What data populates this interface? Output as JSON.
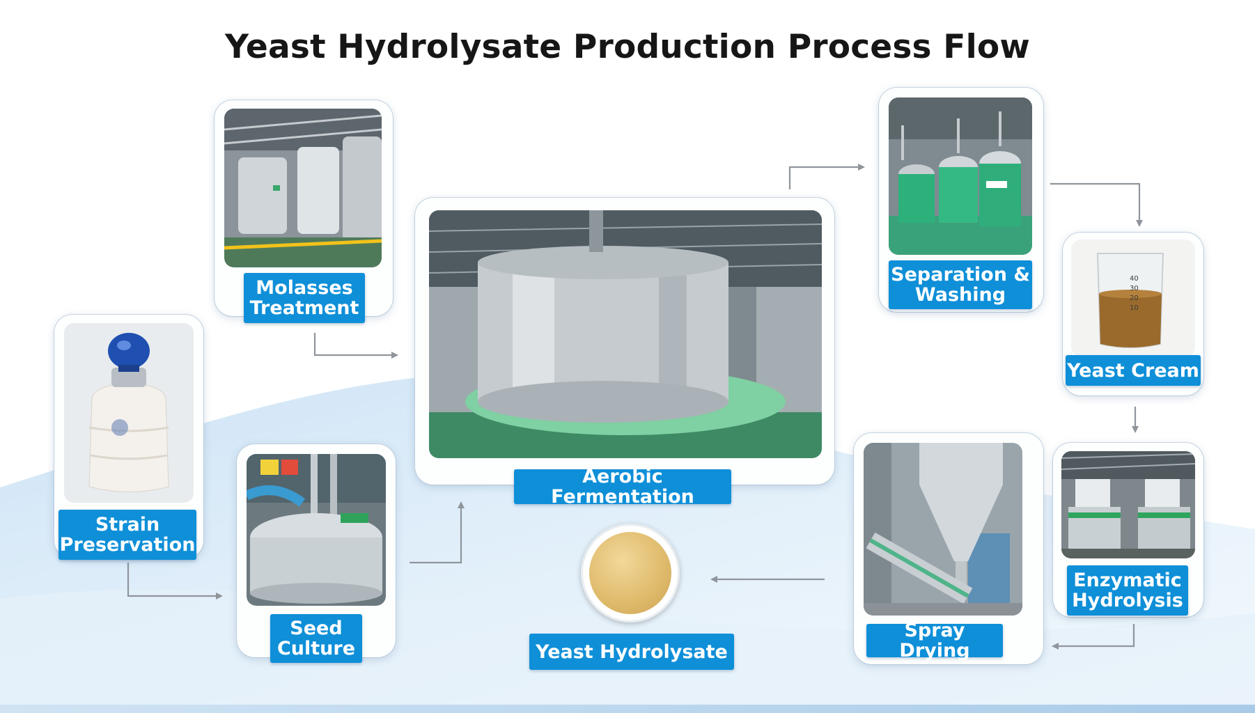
{
  "title": "Yeast Hydrolysate Production Process Flow",
  "steps": [
    {
      "id": "strain-preservation",
      "label": "Strain\nPreservation",
      "icon": "liquid-nitrogen-dewar-photo"
    },
    {
      "id": "molasses-treatment",
      "label": "Molasses\nTreatment",
      "icon": "stainless-tank-hall-photo"
    },
    {
      "id": "seed-culture",
      "label": "Seed\nCulture",
      "icon": "seed-tank-photo"
    },
    {
      "id": "aerobic-fermentation",
      "label": "Aerobic Fermentation",
      "icon": "large-fermenter-photo"
    },
    {
      "id": "separation-washing",
      "label": "Separation &\nWashing",
      "icon": "centrifuge-separators-photo"
    },
    {
      "id": "yeast-cream",
      "label": "Yeast Cream",
      "icon": "beaker-photo"
    },
    {
      "id": "enzymatic-hydrolysis",
      "label": "Enzymatic\nHydrolysis",
      "icon": "hydrolysis-tanks-photo"
    },
    {
      "id": "spray-drying",
      "label": "Spray Drying",
      "icon": "spray-dryer-photo"
    },
    {
      "id": "yeast-hydrolysate",
      "label": "Yeast Hydrolysate",
      "icon": "powder-dish-photo"
    }
  ],
  "beaker_scale": [
    "40",
    "30",
    "20",
    "10"
  ],
  "colors": {
    "label_bg": "#0e8fd8",
    "arrow": "#8f959b",
    "title": "#161616"
  }
}
